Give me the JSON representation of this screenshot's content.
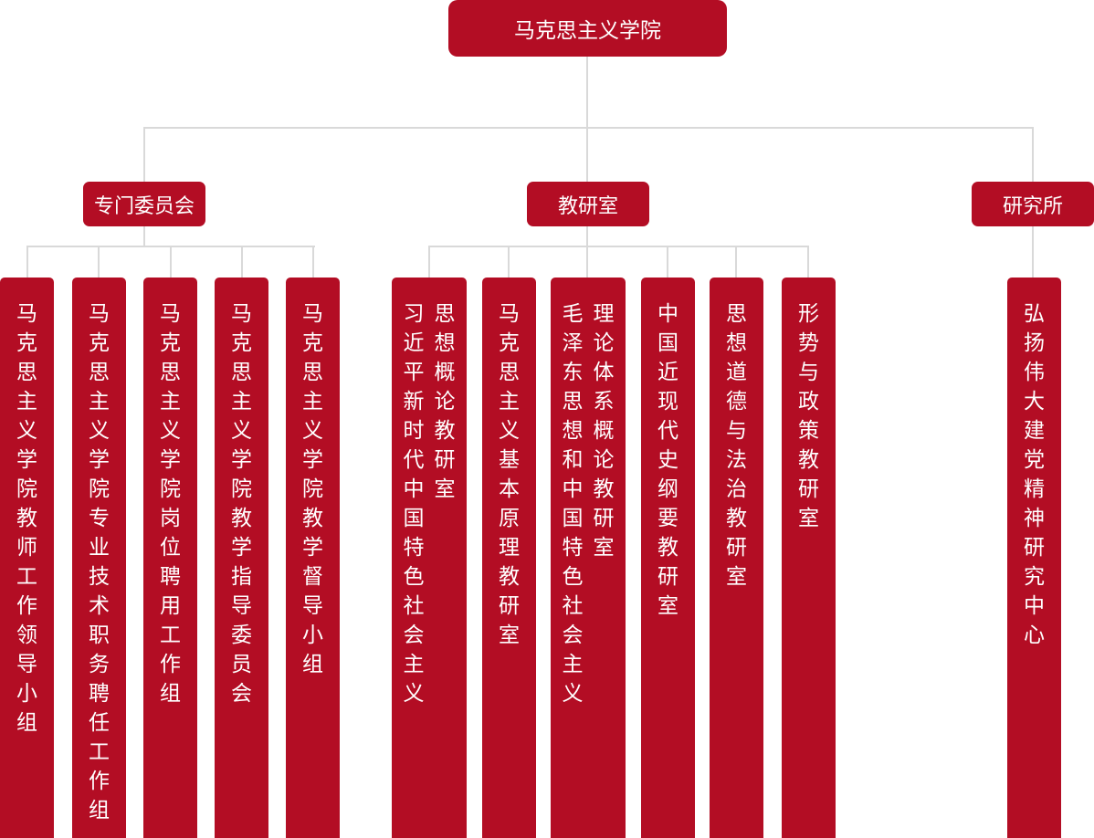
{
  "root": {
    "label": "马克思主义学院"
  },
  "groups": [
    {
      "label": "专门委员会",
      "items": [
        {
          "columns": [
            "马克思主义学院教师工作领导小组"
          ]
        },
        {
          "columns": [
            "马克思主义学院专业技术职务聘任工作组"
          ]
        },
        {
          "columns": [
            "马克思主义学院岗位聘用工作组"
          ]
        },
        {
          "columns": [
            "马克思主义学院教学指导委员会"
          ]
        },
        {
          "columns": [
            "马克思主义学院教学督导小组"
          ]
        }
      ]
    },
    {
      "label": "教研室",
      "items": [
        {
          "columns": [
            "习近平新时代中国特色社会主义",
            "思想概论教研室"
          ]
        },
        {
          "columns": [
            "马克思主义基本原理教研室"
          ]
        },
        {
          "columns": [
            "毛泽东思想和中国特色社会主义",
            "理论体系概论教研室"
          ]
        },
        {
          "columns": [
            "中国近现代史纲要教研室"
          ]
        },
        {
          "columns": [
            "思想道德与法治教研室"
          ]
        },
        {
          "columns": [
            "形势与政策教研室"
          ]
        }
      ]
    },
    {
      "label": "研究所",
      "items": [
        {
          "columns": [
            "弘扬伟大建党精神研究中心"
          ]
        }
      ]
    }
  ],
  "colors": {
    "box": "#b30d24",
    "line": "#d9d9d9",
    "text": "#ffffff"
  }
}
